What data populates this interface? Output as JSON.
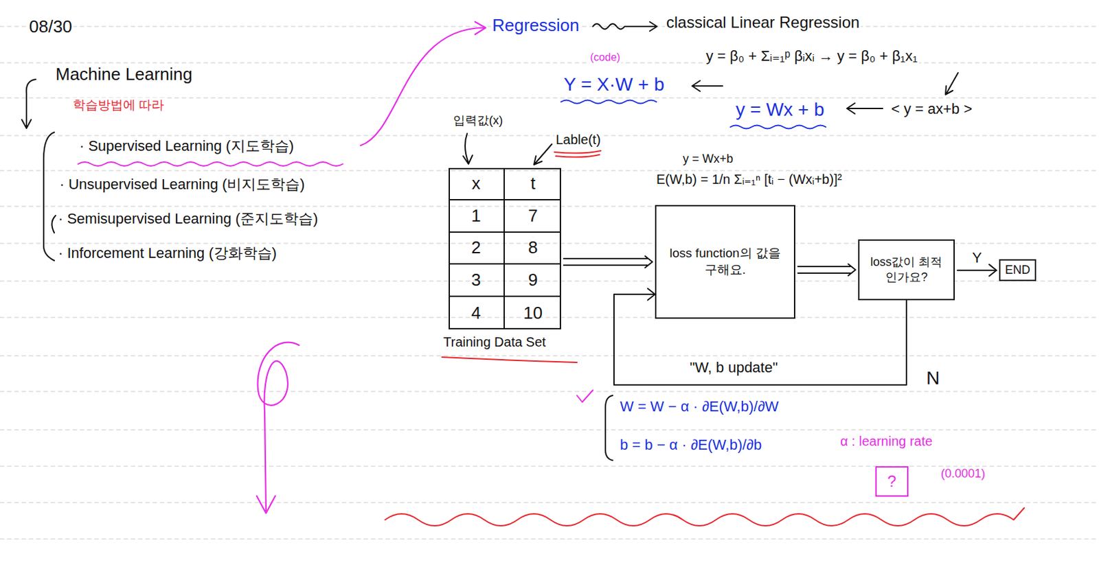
{
  "diagram": {
    "nodes": [
      {
        "text": [
          "Training Data Set"
        ]
      },
      {
        "text": [
          "loss function의 값을 구해요."
        ]
      },
      {
        "text": [
          "loss값이 최적인가요?"
        ]
      },
      {
        "text": [
          "END"
        ]
      },
      {
        "text": [
          "?"
        ]
      }
    ],
    "edges": [
      {
        "from": 0,
        "to": 1,
        "arrow": "to"
      },
      {
        "from": 1,
        "to": 2,
        "arrow": "to"
      },
      {
        "from": 2,
        "to": 3,
        "arrow": "to",
        "label": "Y"
      },
      {
        "from": 2,
        "to": 1,
        "arrow": "to",
        "label": "\"W, b update\""
      }
    ],
    "labels": [
      "08/30",
      "Machine Learning",
      "학습방법에 따라",
      "· Supervised Learning (지도학습)",
      "· Unsupervised Learning (비지도학습)",
      "· Semisupervised Learning (준지도학습)",
      "· Inforcement Learning (강화학습)",
      "Regression",
      "classical Linear Regression",
      "(code)",
      "Y = X·W + b",
      "y = β₀ + Σᵢ₌₁ᵖ βᵢxᵢ  →  y = β₀ + β₁x₁",
      "y = Wx + b",
      "< y = ax+b >",
      "입력값(x)",
      "Lable(t)",
      "x",
      "t",
      "1",
      "7",
      "2",
      "8",
      "3",
      "9",
      "4",
      "10",
      "y = Wx+b",
      "E(W,b) = 1/n Σᵢ₌₁ⁿ [tᵢ − (Wxᵢ+b)]²",
      "N",
      "W = W − α · ∂E(W,b)/∂W",
      "b = b − α · ∂E(W,b)/∂b",
      "α : learning rate",
      "(0.0001)"
    ]
  }
}
